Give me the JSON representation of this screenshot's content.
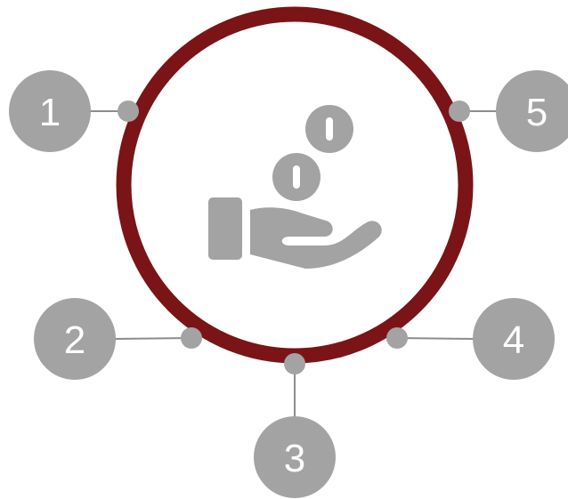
{
  "colors": {
    "ring": "#7a1416",
    "node": "#a3a3a3",
    "connector": "#8c8c8c",
    "icon": "#a3a3a3",
    "node_text": "#ffffff"
  },
  "center_icon": "hand-with-coins-icon",
  "nodes": [
    {
      "label": "1"
    },
    {
      "label": "2"
    },
    {
      "label": "3"
    },
    {
      "label": "4"
    },
    {
      "label": "5"
    }
  ]
}
